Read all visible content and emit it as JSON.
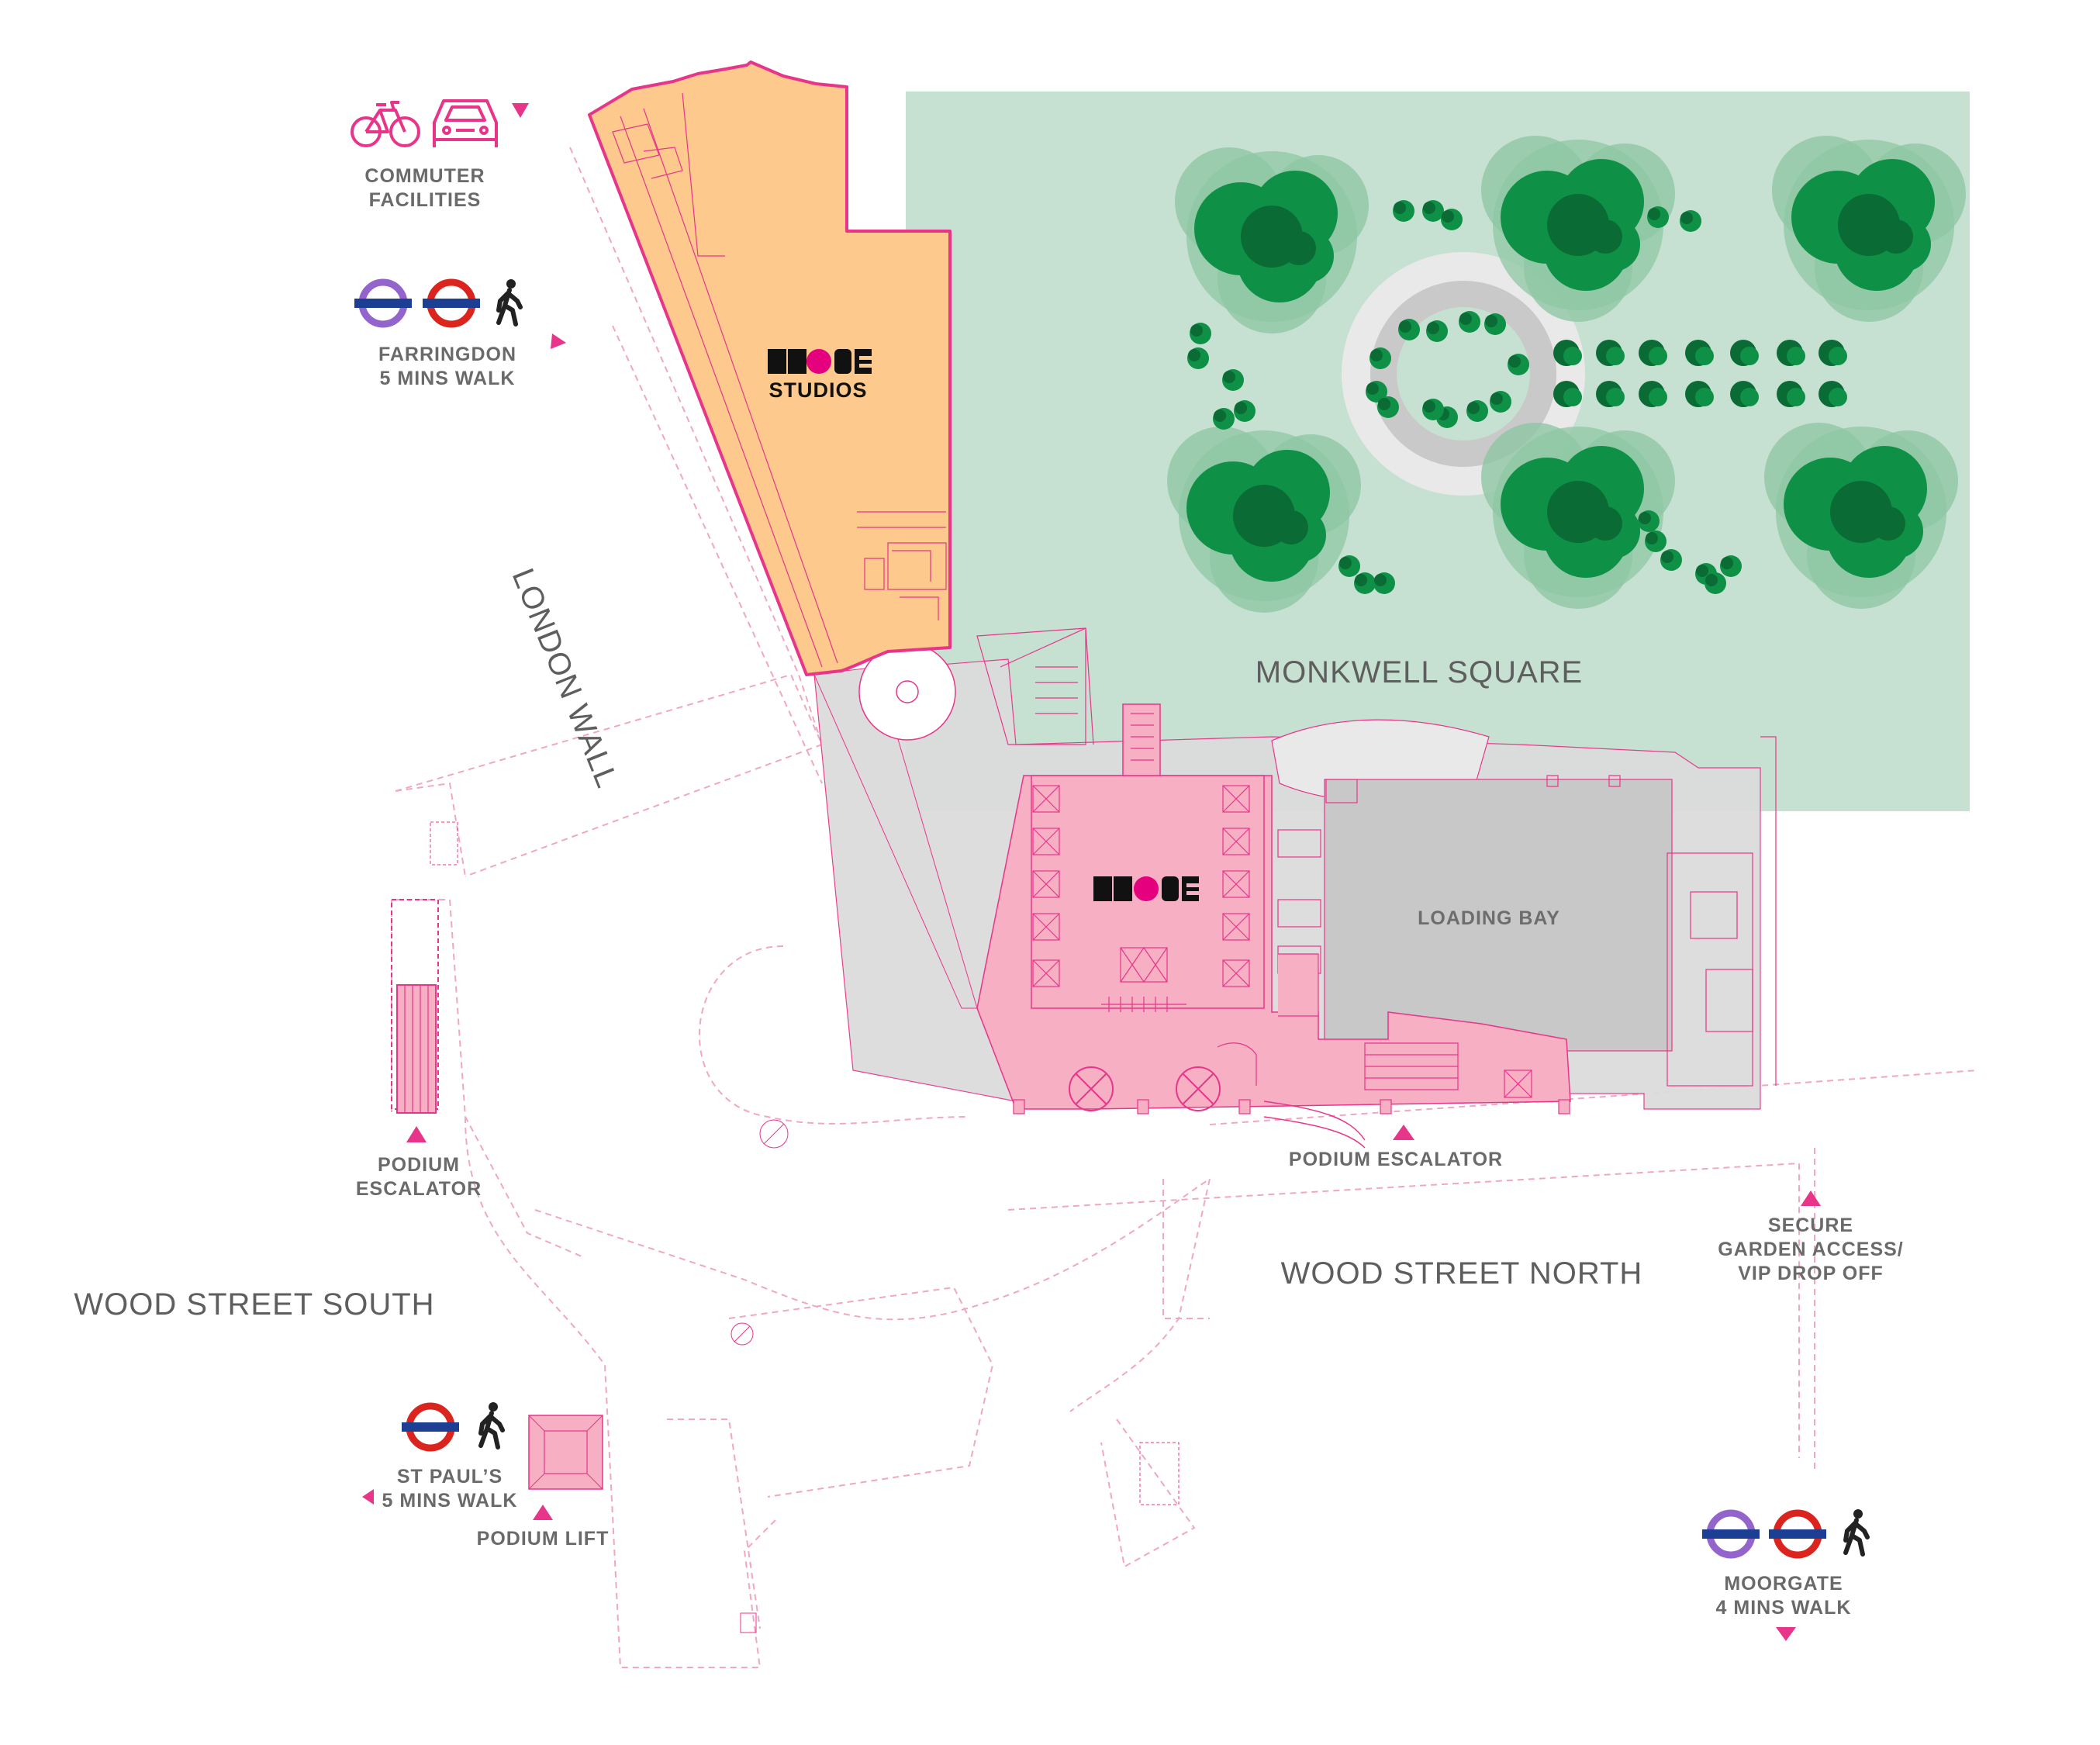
{
  "streets": {
    "london_wall": "LONDON WALL",
    "monkwell_square": "MONKWELL SQUARE",
    "wood_street_south": "WOOD STREET SOUTH",
    "wood_street_north": "WOOD STREET NORTH"
  },
  "buildings": {
    "mode_studios": {
      "logo": "MODE",
      "subtitle": "STUDIOS"
    },
    "mode": {
      "logo": "MODE"
    },
    "loading_bay": "LOADING BAY"
  },
  "labels": {
    "commuter": [
      "COMMUTER",
      "FACILITIES"
    ],
    "farringdon": [
      "FARRINGDON",
      "5 MINS WALK"
    ],
    "podium_escalator_west": [
      "PODIUM",
      "ESCALATOR"
    ],
    "podium_escalator_south": "PODIUM ESCALATOR",
    "secure_garden": [
      "SECURE",
      "GARDEN ACCESS/",
      "VIP DROP OFF"
    ],
    "st_pauls": [
      "ST PAUL’S",
      "5 MINS WALK"
    ],
    "podium_lift": "PODIUM LIFT",
    "moorgate": [
      "MOORGATE",
      "4 MINS WALK"
    ]
  },
  "icons": {
    "bicycle": "bicycle-icon",
    "car": "car-icon",
    "elizabeth_line": "elizabeth-line-roundel-icon",
    "underground": "underground-roundel-icon",
    "walking": "walking-person-icon",
    "arrow": "triangle-arrow-icon"
  },
  "colors": {
    "brand_pink": "#e8358a",
    "mode_studios_fill": "#fdc98d",
    "mode_fill": "#f6afc3",
    "building_grey": "#dcdcdc",
    "park_green": "#c6e1d2",
    "tree_dark": "#0a6b35",
    "tree_mid": "#0e9146",
    "tree_light": "#8fc7a4",
    "underground_red": "#dc241f",
    "underground_blue": "#1c3f94",
    "elizabeth_purple": "#9364cc",
    "logo_magenta": "#e5007d"
  }
}
